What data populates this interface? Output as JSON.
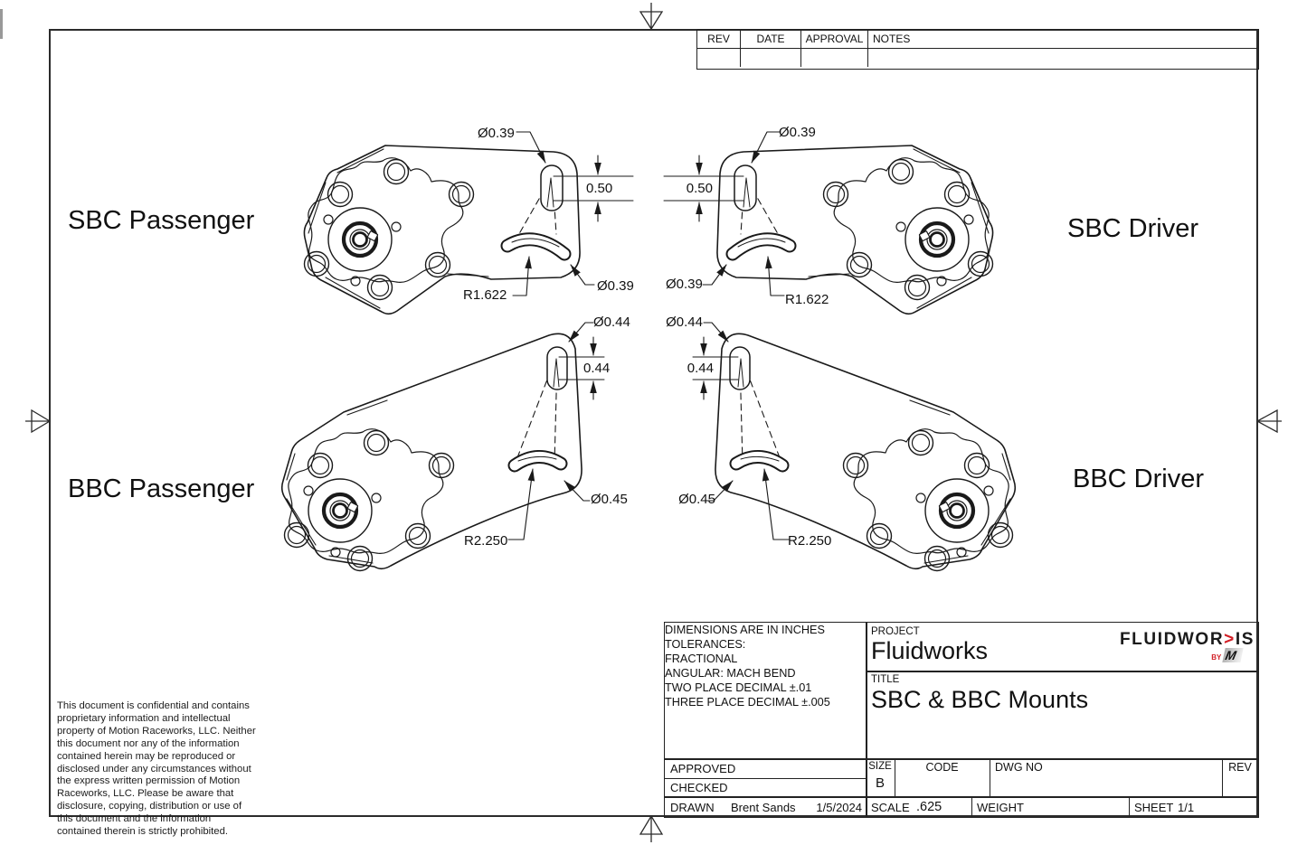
{
  "revision_table": {
    "headers": [
      "REV",
      "DATE",
      "APPROVAL",
      "NOTES"
    ]
  },
  "views": [
    {
      "label": "SBC Passenger",
      "dims": {
        "slot_dia": "Ø0.39",
        "slot_len": "0.50",
        "arc_rad": "R1.622",
        "arc_dia": "Ø0.39"
      }
    },
    {
      "label": "SBC Driver",
      "dims": {
        "slot_dia": "Ø0.39",
        "slot_len": "0.50",
        "arc_rad": "R1.622",
        "arc_dia": "Ø0.39"
      }
    },
    {
      "label": "BBC Passenger",
      "dims": {
        "slot_dia": "Ø0.44",
        "slot_len": "0.44",
        "arc_rad": "R2.250",
        "arc_dia": "Ø0.45"
      }
    },
    {
      "label": "BBC Driver",
      "dims": {
        "slot_dia": "Ø0.44",
        "slot_len": "0.44",
        "arc_rad": "R2.250",
        "arc_dia": "Ø0.45"
      }
    }
  ],
  "confidentiality_note": "This document is confidential and contains proprietary information and intellectual property of Motion Raceworks, LLC. Neither this document nor any of the information contained herein may be reproduced or disclosed under any circumstances without the express written permission of Motion Raceworks, LLC. Please be aware that disclosure, copying, distribution or use of this document and the information contained therein is strictly prohibited.",
  "title_block": {
    "tolerance_lines": [
      "DIMENSIONS ARE IN INCHES",
      "TOLERANCES:",
      "FRACTIONAL",
      "ANGULAR: MACH BEND",
      "TWO PLACE DECIMAL ±.01",
      "THREE PLACE DECIMAL ±.005"
    ],
    "project_label": "PROJECT",
    "project": "Fluidworks",
    "title_label": "TITLE",
    "title": "SBC & BBC Mounts",
    "logo": {
      "text_left": "FLUIDWOR",
      "arrow": ">",
      "text_right": "IS",
      "by": "BY",
      "m": "M",
      "accent": "#d21f26"
    },
    "approved_label": "APPROVED",
    "checked_label": "CHECKED",
    "drawn_label": "DRAWN",
    "drawn_by": "Brent Sands",
    "drawn_date": "1/5/2024",
    "size_label": "SIZE",
    "size": "B",
    "code_label": "CODE",
    "dwg_label": "DWG NO",
    "rev_label": "REV",
    "scale_label": "SCALE",
    "scale": ".625",
    "weight_label": "WEIGHT",
    "sheet_label": "SHEET",
    "sheet": "1/1"
  }
}
